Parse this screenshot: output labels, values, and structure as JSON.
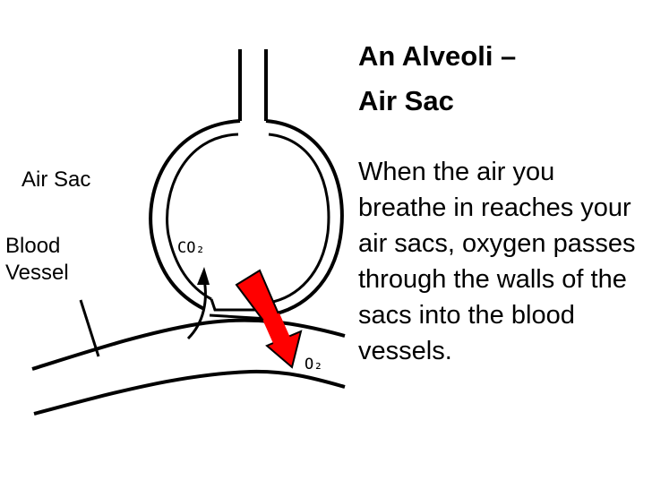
{
  "title": "An Alveoli –\nAir Sac",
  "description": "When the air you breathe in reaches your air sacs, oxygen passes through the walls of the sacs into the blood vessels.",
  "labels": {
    "air_sac": "Air Sac",
    "blood_vessel": "Blood\nVessel",
    "co2": "CO₂",
    "o2": "O₂"
  },
  "colors": {
    "oxygen_arrow": "#ff0000",
    "lines": "#000000"
  }
}
